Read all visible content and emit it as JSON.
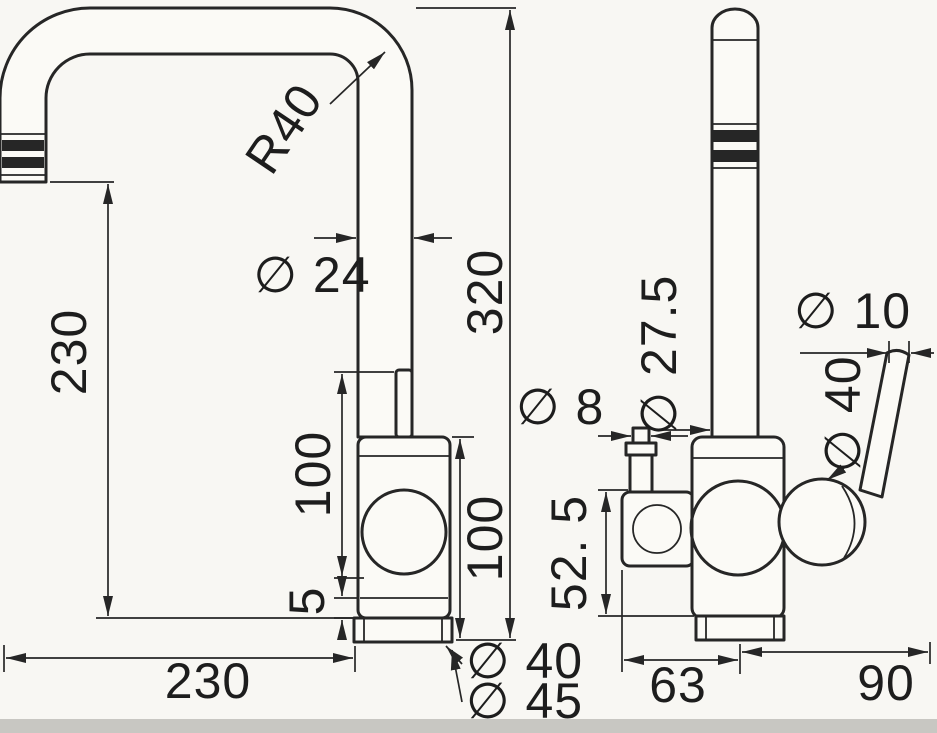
{
  "meta": {
    "background_color": "#f8f7f3",
    "ink_color": "#262626",
    "scan_edge_color": "#c8c7c2"
  },
  "front_view": {
    "dims": {
      "bend_radius": "R40",
      "spout_tube_diameter": "∅ 24",
      "spout_height": "320",
      "left_height": "230",
      "bottom_width": "230",
      "lever_length": "100",
      "body_height": "100",
      "base_lip": "5",
      "base_inner_diameter": "∅ 40",
      "base_outer_diameter": "∅ 45"
    }
  },
  "side_view": {
    "dims": {
      "nozzle_tip_diameter": "∅ 8",
      "column_diameter": "∅ 27.5",
      "lever_rod_diameter": "∅ 10",
      "joint_ball_diameter": "∅ 40",
      "outlet_height": "52. 5",
      "span_left": "63",
      "span_right": "90"
    }
  }
}
